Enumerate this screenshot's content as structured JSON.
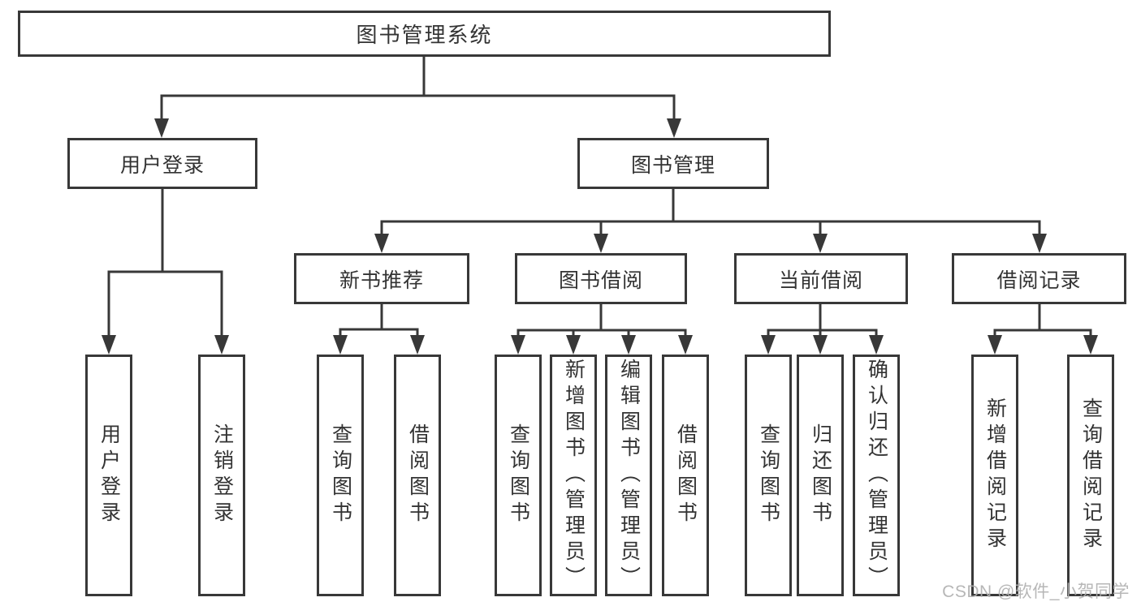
{
  "diagram": {
    "type": "hierarchy",
    "root": {
      "label": "图书管理系统",
      "children": [
        {
          "label": "用户登录",
          "children": [
            {
              "label": "用户登录"
            },
            {
              "label": "注销登录"
            }
          ]
        },
        {
          "label": "图书管理",
          "children": [
            {
              "label": "新书推荐",
              "children": [
                {
                  "label": "查询图书"
                },
                {
                  "label": "借阅图书"
                }
              ]
            },
            {
              "label": "图书借阅",
              "children": [
                {
                  "label": "查询图书"
                },
                {
                  "label": "新增图书（管理员）"
                },
                {
                  "label": "编辑图书（管理员）"
                },
                {
                  "label": "借阅图书"
                }
              ]
            },
            {
              "label": "当前借阅",
              "children": [
                {
                  "label": "查询图书"
                },
                {
                  "label": "归还图书"
                },
                {
                  "label": "确认归还（管理员）"
                }
              ]
            },
            {
              "label": "借阅记录",
              "children": [
                {
                  "label": "新增借阅记录"
                },
                {
                  "label": "查询借阅记录"
                }
              ]
            }
          ]
        }
      ]
    }
  },
  "watermark": {
    "text": "CSDN @软件_小贺同学"
  },
  "colors": {
    "line": "#383838",
    "box_border": "#383838",
    "text": "#333333",
    "watermark": "#afafaf",
    "background": "#ffffff"
  }
}
